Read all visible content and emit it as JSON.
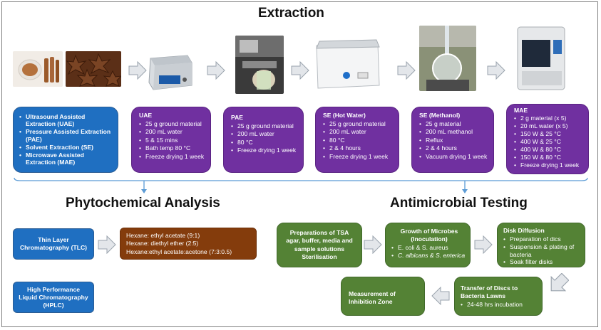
{
  "titles": {
    "extraction": "Extraction",
    "phytochemical": "Phytochemical Analysis",
    "antimicrobial": "Antimicrobial Testing"
  },
  "methods_box": {
    "items": [
      "Ultrasound Assisted Extraction (UAE)",
      "Pressure Assisted Extraction (PAE)",
      "Solvent Extraction (SE)",
      "Microwave Assisted Extraction (MAE)"
    ]
  },
  "uae": {
    "title": "UAE",
    "items": [
      "25 g ground material",
      "200 mL water",
      "5 & 15 mins",
      "Bath temp 80 °C",
      "Freeze drying 1 week"
    ]
  },
  "pae": {
    "title": "PAE",
    "items": [
      "25 g ground material",
      "200 mL water",
      "80 °C",
      "Freeze drying 1 week"
    ]
  },
  "se_water": {
    "title": "SE (Hot Water)",
    "items": [
      "25 g ground material",
      "200 mL water",
      "80 °C",
      "2 & 4 hours",
      "Freeze drying 1 week"
    ]
  },
  "se_methanol": {
    "title": "SE (Methanol)",
    "items": [
      "25 g material",
      "200 mL methanol",
      "Reflux",
      "2 & 4 hours",
      "Vacuum drying 1 week"
    ]
  },
  "mae": {
    "title": "MAE",
    "items": [
      "2 g material (x 5)",
      "20 mL water (x 5)",
      "150 W & 25 °C",
      "400 W & 25 °C",
      "400 W & 80 °C",
      "150 W & 80 °C",
      "Freeze drying 1 week"
    ]
  },
  "tlc": {
    "label": "Thin Layer Chromatography (TLC)"
  },
  "solvents": {
    "lines": [
      "Hexane: ethyl acetate (9:1)",
      "Hexane: diethyl ether (2:5)",
      "Hexane:ethyl acetate:acetone (7:3:0.5)"
    ]
  },
  "hplc": {
    "label": "High Performance Liquid Chromatography (HPLC)"
  },
  "prep": {
    "label": "Preparations of TSA agar, buffer, media and sample solutions Sterilisation"
  },
  "growth": {
    "title": "Growth of Microbes (Inoculation)",
    "items": [
      "E. coli & S. aureus",
      "C. albicans & S. enterica"
    ]
  },
  "disk": {
    "title": "Disk Diffusion",
    "items": [
      "Preparation of dics",
      "Suspension & plating of bacteria",
      "Soak filter disks"
    ]
  },
  "transfer": {
    "title": "Transfer of Discs to Bacteria Lawns",
    "items": [
      "24-48 hrs incubation"
    ]
  },
  "measure": {
    "label": "Measurement of Inhibition Zone"
  },
  "colors": {
    "blue": "#1f6fc1",
    "purple": "#7030a0",
    "brown": "#843c0c",
    "green": "#548235",
    "arrow_fill": "#e3e6ea",
    "arrow_stroke": "#9aa3ad",
    "connector": "#5b9bd5"
  }
}
